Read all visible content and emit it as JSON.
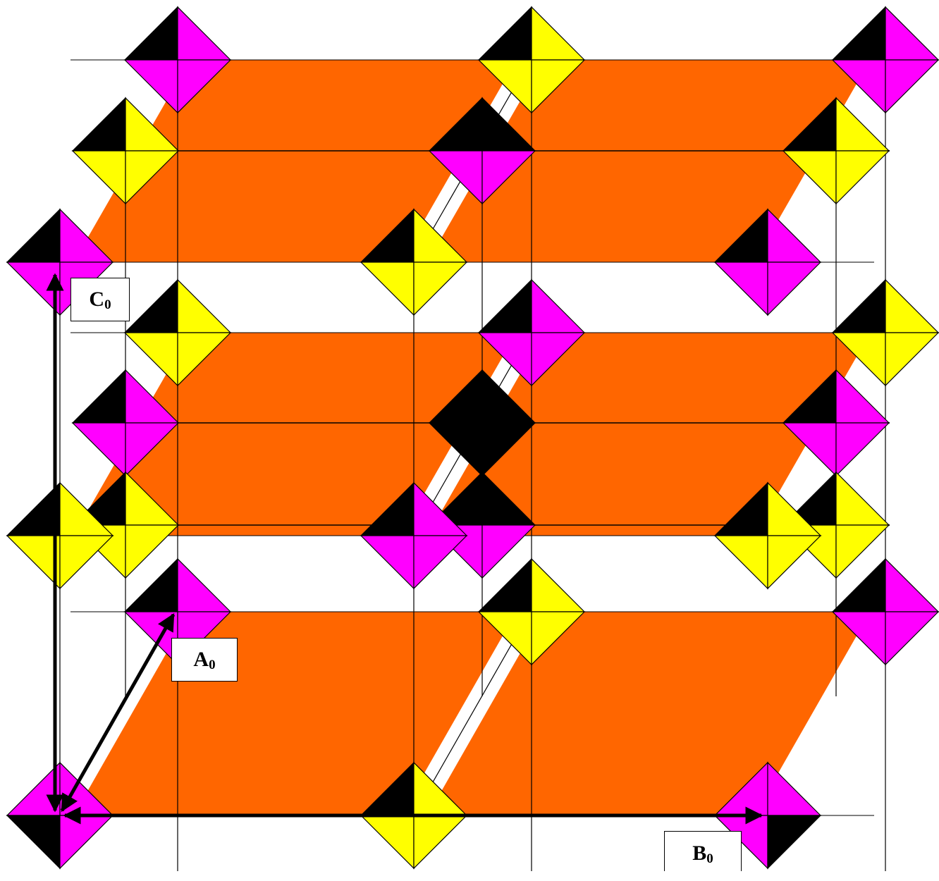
{
  "colors": {
    "slab": "#ff6600",
    "magenta": "#ff00ff",
    "yellow": "#ffff00",
    "black": "#000000",
    "line": "#000000",
    "background": "#ffffff"
  },
  "axes": {
    "c": {
      "letter": "C",
      "subscript": "0"
    },
    "a": {
      "letter": "A",
      "subscript": "0"
    },
    "b": {
      "letter": "B",
      "subscript": "0"
    }
  }
}
